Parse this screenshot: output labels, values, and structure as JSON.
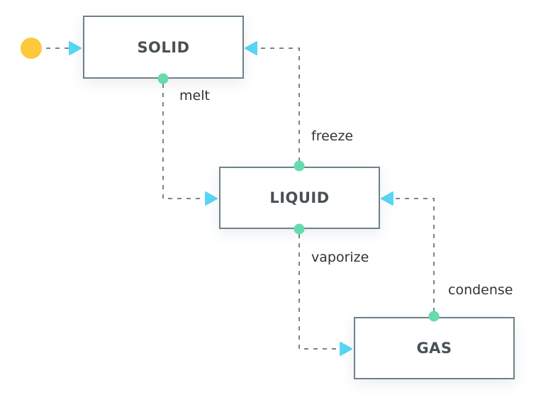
{
  "diagram": {
    "type": "state-machine",
    "colors": {
      "initial_node": "#fbc93b",
      "port": "#67dbae",
      "arrowhead": "#58d6f5",
      "edge": "#7a868c",
      "box_border": "#6e8189",
      "text": "#4a5155"
    },
    "states": [
      {
        "id": "solid",
        "label": "SOLID"
      },
      {
        "id": "liquid",
        "label": "LIQUID"
      },
      {
        "id": "gas",
        "label": "GAS"
      }
    ],
    "transitions": [
      {
        "from": "initial",
        "to": "solid",
        "label": ""
      },
      {
        "from": "solid",
        "to": "liquid",
        "label": "melt"
      },
      {
        "from": "liquid",
        "to": "solid",
        "label": "freeze"
      },
      {
        "from": "liquid",
        "to": "gas",
        "label": "vaporize"
      },
      {
        "from": "gas",
        "to": "liquid",
        "label": "condense"
      }
    ]
  }
}
